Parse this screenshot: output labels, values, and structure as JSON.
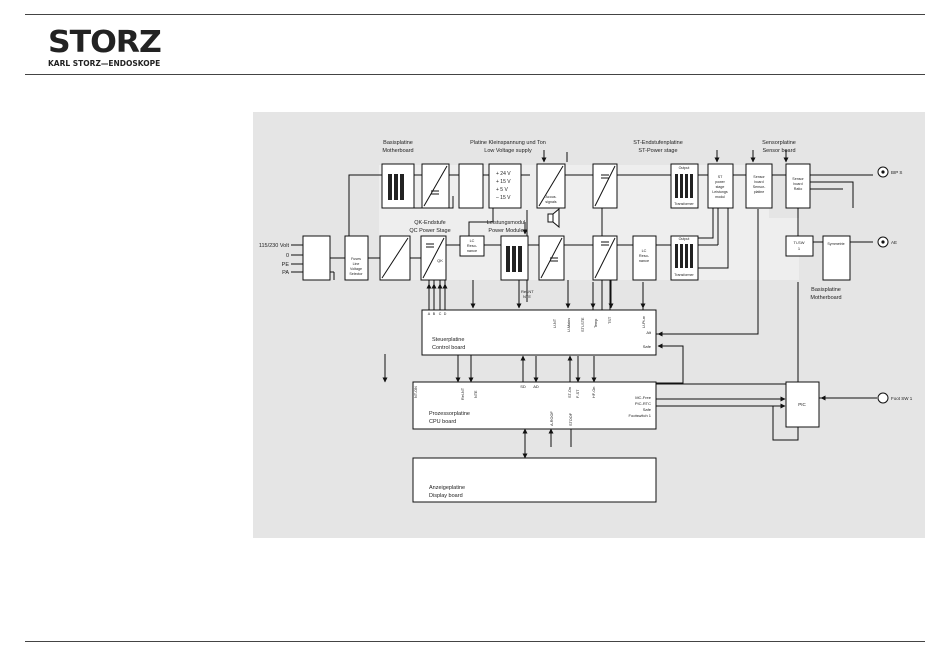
{
  "header": {
    "brand": "STORZ",
    "brand_sub": "KARL STORZ—ENDOSKOPE"
  },
  "diagram": {
    "mains_inputs": [
      "115/230 Volt",
      "0",
      "PE",
      "PA"
    ],
    "fuses_selector": [
      "Fuses",
      "Line",
      "Voltage",
      "Selector"
    ],
    "motherboard_top": [
      "Basisplatine",
      "Motherboard"
    ],
    "low_voltage": [
      "Platine Kleinspannung und Ton",
      "Low Voltage supply"
    ],
    "voltages": [
      "+ 24 V",
      "+ 15 V",
      "+ 5 V",
      "– 15 V"
    ],
    "acoustic": [
      "Acous.",
      "signals"
    ],
    "st_power": [
      "ST-Endstufenplatine",
      "ST-Power stage"
    ],
    "sensor_board_title": [
      "Sensorplatine",
      "Sensor board"
    ],
    "qk_power": [
      "QK-Endstufe",
      "QC Power Stage"
    ],
    "power_module": [
      "Leistungsmodul",
      "Power Module"
    ],
    "lc_res": [
      "LC",
      "Reso-",
      "nance"
    ],
    "output_label": "Output",
    "transformer_label": "Transformer",
    "st_stage_box": [
      "ST",
      "power",
      "stage",
      "Leistungs",
      "modul"
    ],
    "sensor_box": [
      "Sensor",
      "board",
      "Sensor-",
      "platine"
    ],
    "sensor_ratio": [
      "Sensor",
      "board",
      "Ratio"
    ],
    "qk_label": "QK",
    "abc": [
      "A",
      "B",
      "C",
      "D"
    ],
    "rel_nt": "Rel-NT",
    "nte": "NTE",
    "control_signals": [
      "U-NT",
      "U-Mains",
      "STI-STE",
      "Temp",
      "TST",
      "U-Pt-m"
    ],
    "control_board": [
      "Steuerplatine",
      "Control board"
    ],
    "alt": "Alt",
    "safe": "Safe",
    "cpu_signals_top": [
      "NT-ON",
      "Rel-NT",
      "NTE",
      "SD",
      "AD",
      "ST-On",
      "F-ST",
      "HF-On"
    ],
    "cpu_signals_bottom": [
      "A-ROOF",
      "STOOF"
    ],
    "cpu_right": [
      "MC-Free",
      "PIC-RTC",
      "Safe",
      "Footswitch 1"
    ],
    "cpu_board": [
      "Prozessorplatine",
      "CPU board"
    ],
    "display_board": [
      "Anzeigeplatine",
      "Display board"
    ],
    "ti_sw": [
      "Ti-SW",
      "1"
    ],
    "symmetrie": "Symmetrie",
    "motherboard_bottom": [
      "Basisplatine",
      "Motherboard"
    ],
    "pic": "PIC",
    "jacks": [
      "BIP S",
      "AE",
      "Foot SW 1"
    ]
  }
}
